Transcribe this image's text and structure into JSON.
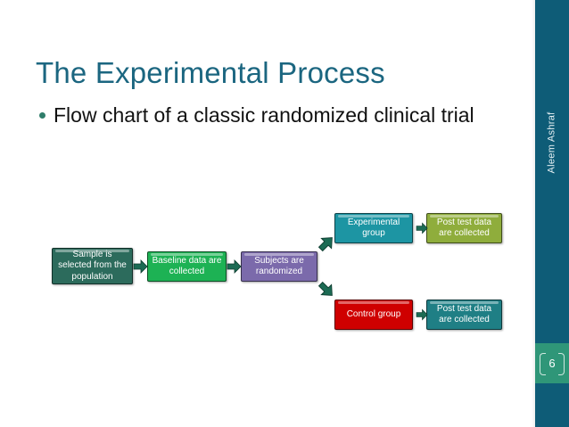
{
  "slide": {
    "title": "The Experimental Process",
    "bullet": "Flow chart of a classic randomized clinical trial",
    "title_color": "#1b6680",
    "bullet_color": "#111111",
    "background": "#ffffff"
  },
  "sidebar": {
    "author": "Aleem Ashraf",
    "background": "#0e5c77",
    "badge_background": "#2f9678",
    "page_number": "6"
  },
  "chart_data": {
    "type": "diagram",
    "title": "Flow chart of a classic randomized clinical trial",
    "nodes": [
      {
        "id": "sample",
        "label": "Sample is selected from the population",
        "color": "#2c6b5c",
        "text_color": "#ffffff"
      },
      {
        "id": "baseline",
        "label": "Baseline data are collected",
        "color": "#1db254",
        "text_color": "#ffffff"
      },
      {
        "id": "randomized",
        "label": "Subjects are randomized",
        "color": "#7b6aab",
        "text_color": "#ffffff"
      },
      {
        "id": "experimental",
        "label": "Experimental group",
        "color": "#1d95a3",
        "text_color": "#ffffff"
      },
      {
        "id": "posttest1",
        "label": "Post test data are collected",
        "color": "#8fad3c",
        "text_color": "#ffffff"
      },
      {
        "id": "control",
        "label": "Control group",
        "color": "#cf0000",
        "text_color": "#ffffff"
      },
      {
        "id": "posttest2",
        "label": "Post test data are collected",
        "color": "#1f7f85",
        "text_color": "#ffffff"
      }
    ],
    "edges": [
      {
        "from": "sample",
        "to": "baseline",
        "direction": "right"
      },
      {
        "from": "baseline",
        "to": "randomized",
        "direction": "right"
      },
      {
        "from": "randomized",
        "to": "experimental",
        "direction": "up-right"
      },
      {
        "from": "randomized",
        "to": "control",
        "direction": "down-right"
      },
      {
        "from": "experimental",
        "to": "posttest1",
        "direction": "right"
      },
      {
        "from": "control",
        "to": "posttest2",
        "direction": "right"
      }
    ],
    "arrow_color": "#1c6b54"
  }
}
